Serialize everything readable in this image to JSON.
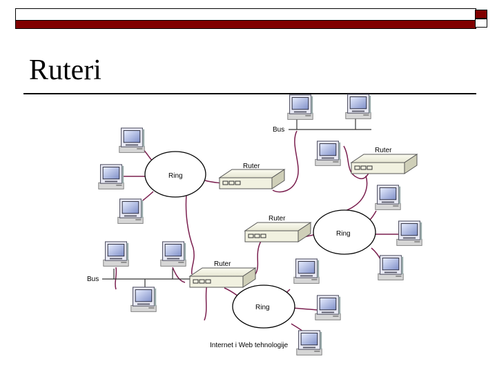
{
  "slide": {
    "title": "Ruteri",
    "footer": "Internet i Web tehnologije"
  },
  "diagram": {
    "ring_label": "Ring",
    "router_label": "Ruter",
    "bus_label": "Bus"
  },
  "colors": {
    "accent_bar": "#800000",
    "cable": "#7a1e4e",
    "router_face": "#f1f1e0"
  }
}
